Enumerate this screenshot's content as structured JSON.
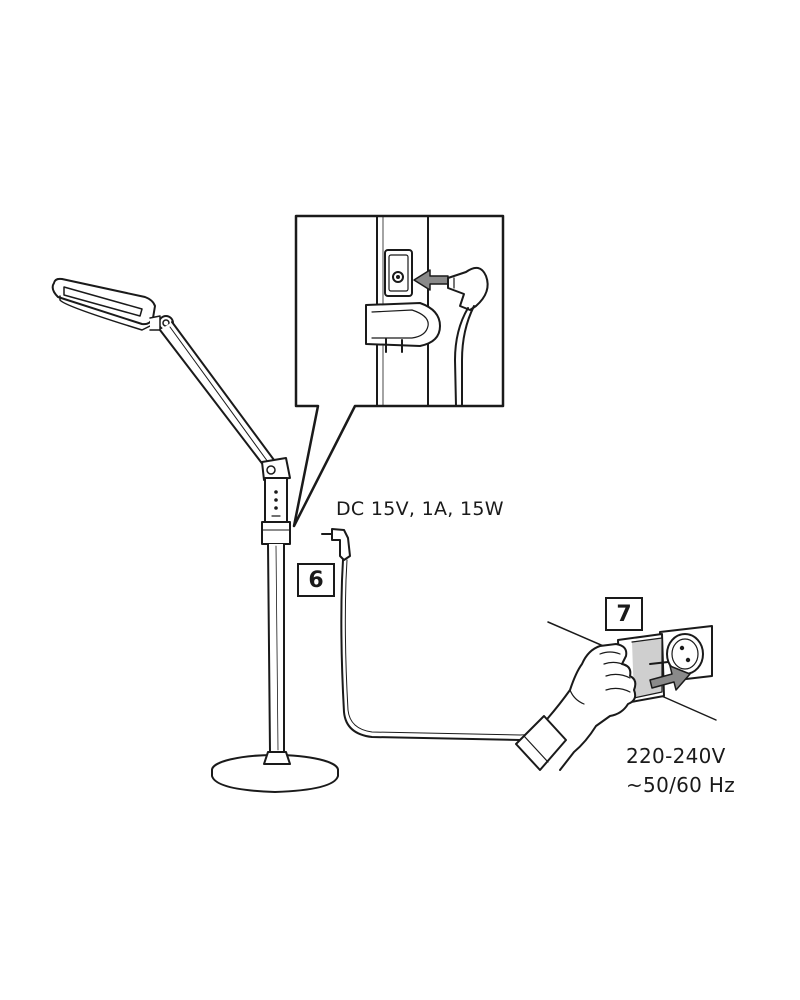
{
  "labels": {
    "dc_output": "DC 15V, 1A, 15W",
    "ac_voltage": "220-240V",
    "ac_frequency": "~50/60 Hz"
  },
  "steps": [
    {
      "number": "6"
    },
    {
      "number": "7"
    }
  ],
  "colors": {
    "line": "#1a1a1a",
    "fill_light": "#ffffff",
    "fill_shade": "#cfcfcf",
    "fill_dark": "#8a8a8a"
  },
  "icons": {
    "insert_arrow": "arrow-left-icon",
    "plug_arrow": "arrow-right-icon"
  }
}
